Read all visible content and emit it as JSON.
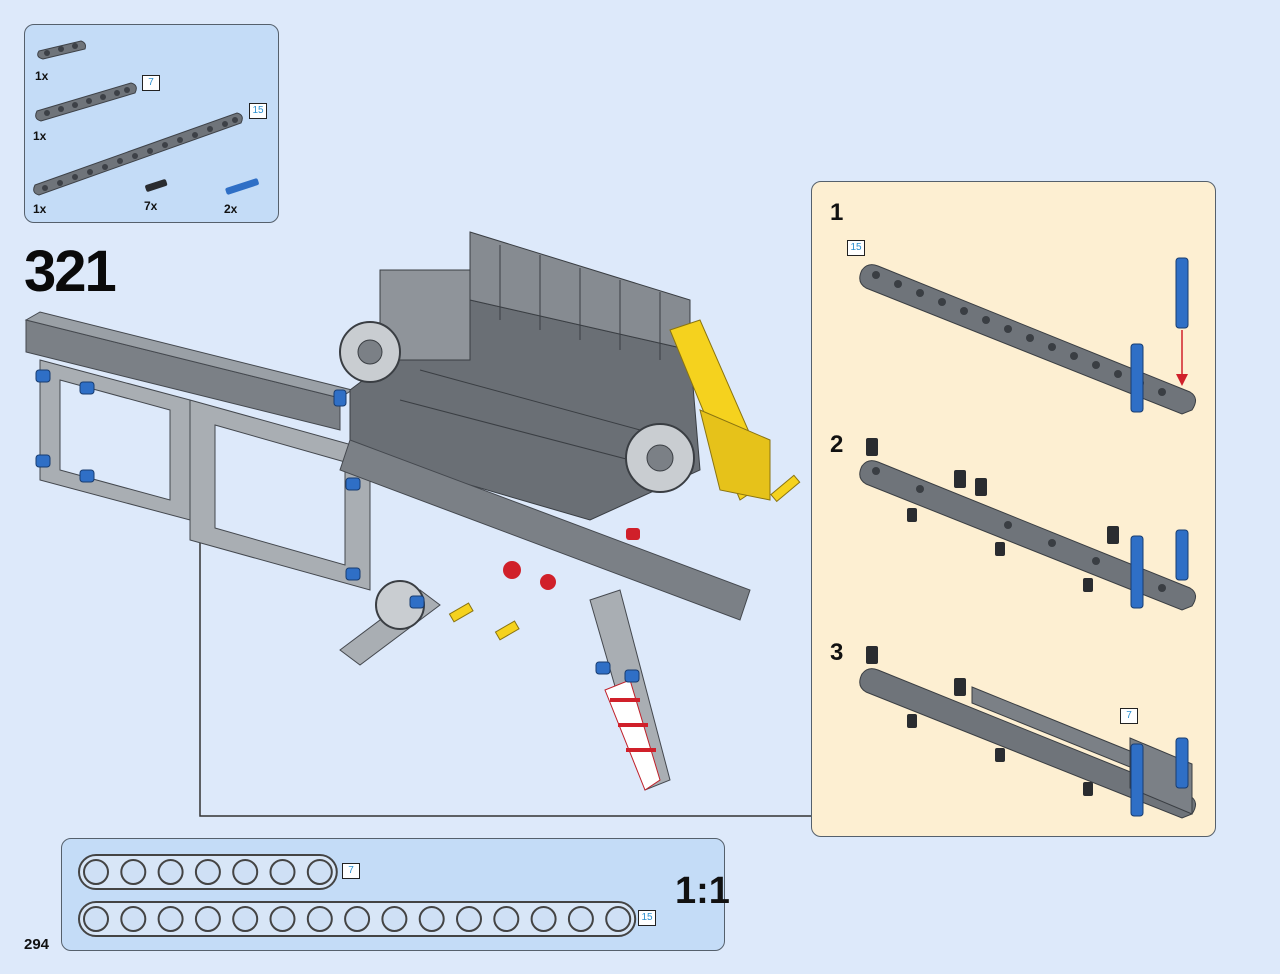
{
  "step": {
    "number": "321"
  },
  "page": {
    "number": "294"
  },
  "parts_list": {
    "items": [
      {
        "part": "beam-3",
        "quantity": "1x",
        "length": ""
      },
      {
        "part": "beam-7",
        "quantity": "1x",
        "length": "7"
      },
      {
        "part": "beam-15",
        "quantity": "1x",
        "length": "15"
      },
      {
        "part": "black-pin",
        "quantity": "7x",
        "length": ""
      },
      {
        "part": "blue-axle-pin",
        "quantity": "2x",
        "length": ""
      }
    ]
  },
  "substeps": [
    {
      "number": "1",
      "length_label": "15"
    },
    {
      "number": "2"
    },
    {
      "number": "3",
      "length_label": "7"
    }
  ],
  "scale_reference": {
    "label": "1:1",
    "beams": [
      {
        "holes": 7,
        "length": "7"
      },
      {
        "holes": 15,
        "length": "15"
      }
    ]
  },
  "colors": {
    "background": "#dde9fa",
    "parts_panel": "#c4dcf7",
    "substeps_panel": "#fdefd2",
    "beam_gray": "#74797f",
    "pin_blue": "#2f6fc6",
    "accent_yellow": "#f5d21e",
    "accent_red": "#d0202a"
  }
}
